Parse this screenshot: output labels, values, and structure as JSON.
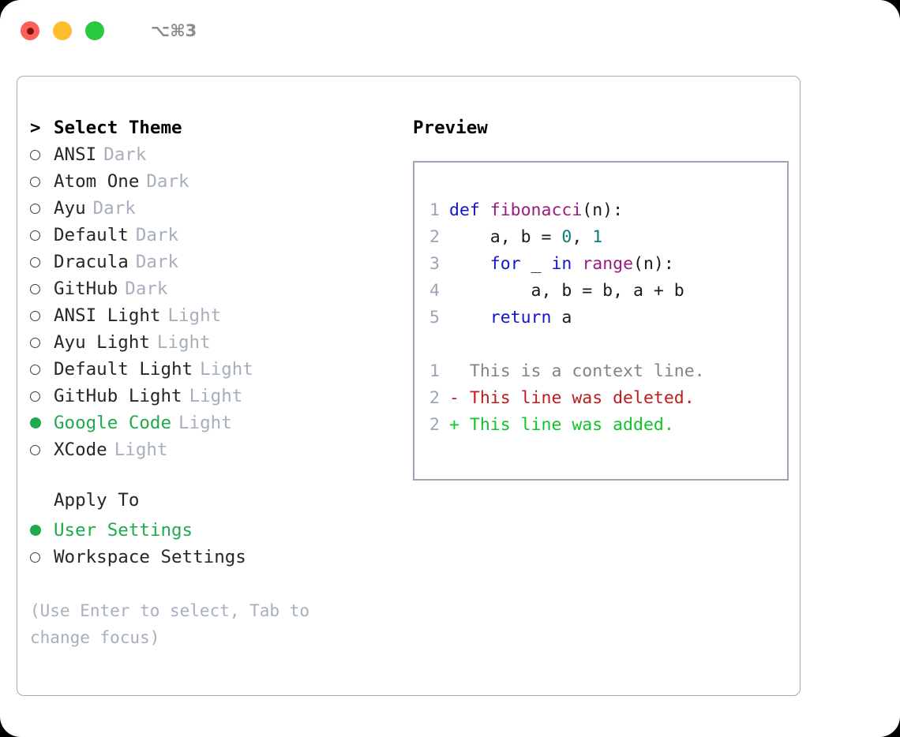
{
  "titlebar": {
    "shortcut": "⌥⌘3",
    "buttons": [
      {
        "name": "close",
        "color": "#fc6058"
      },
      {
        "name": "minimize",
        "color": "#fdbd2e"
      },
      {
        "name": "maximize",
        "color": "#28c93f"
      }
    ]
  },
  "theme_section": {
    "header_marker": ">",
    "header": "Select Theme",
    "items": [
      {
        "marker": "○",
        "name": "ANSI",
        "variant": "Dark",
        "selected": false
      },
      {
        "marker": "○",
        "name": "Atom One",
        "variant": "Dark",
        "selected": false
      },
      {
        "marker": "○",
        "name": "Ayu",
        "variant": "Dark",
        "selected": false
      },
      {
        "marker": "○",
        "name": "Default",
        "variant": "Dark",
        "selected": false
      },
      {
        "marker": "○",
        "name": "Dracula",
        "variant": "Dark",
        "selected": false
      },
      {
        "marker": "○",
        "name": "GitHub",
        "variant": "Dark",
        "selected": false
      },
      {
        "marker": "○",
        "name": "ANSI Light",
        "variant": "Light",
        "selected": false
      },
      {
        "marker": "○",
        "name": "Ayu Light",
        "variant": "Light",
        "selected": false
      },
      {
        "marker": "○",
        "name": "Default Light",
        "variant": "Light",
        "selected": false
      },
      {
        "marker": "○",
        "name": "GitHub Light",
        "variant": "Light",
        "selected": false
      },
      {
        "marker": "●",
        "name": "Google Code",
        "variant": "Light",
        "selected": true
      },
      {
        "marker": "○",
        "name": "XCode",
        "variant": "Light",
        "selected": false
      }
    ]
  },
  "apply_section": {
    "header": "Apply To",
    "items": [
      {
        "marker": "●",
        "name": "User Settings",
        "selected": true
      },
      {
        "marker": "○",
        "name": "Workspace Settings",
        "selected": false
      }
    ]
  },
  "hint": {
    "line1": "(Use Enter to select, Tab to",
    "line2": "change focus)"
  },
  "preview": {
    "title": "Preview",
    "code_lines": [
      {
        "number": "1",
        "tokens": [
          {
            "text": "def ",
            "kind": "kw"
          },
          {
            "text": "fibonacci",
            "kind": "fn"
          },
          {
            "text": "(n):",
            "kind": "plain"
          }
        ]
      },
      {
        "number": "2",
        "tokens": [
          {
            "text": "    a, b = ",
            "kind": "plain"
          },
          {
            "text": "0",
            "kind": "num"
          },
          {
            "text": ", ",
            "kind": "plain"
          },
          {
            "text": "1",
            "kind": "num"
          }
        ]
      },
      {
        "number": "3",
        "tokens": [
          {
            "text": "    ",
            "kind": "plain"
          },
          {
            "text": "for",
            "kind": "kw"
          },
          {
            "text": " _ ",
            "kind": "plain"
          },
          {
            "text": "in",
            "kind": "kw"
          },
          {
            "text": " ",
            "kind": "plain"
          },
          {
            "text": "range",
            "kind": "fn"
          },
          {
            "text": "(n):",
            "kind": "plain"
          }
        ]
      },
      {
        "number": "4",
        "tokens": [
          {
            "text": "        a, b = b, a + b",
            "kind": "plain"
          }
        ]
      },
      {
        "number": "5",
        "tokens": [
          {
            "text": "    ",
            "kind": "plain"
          },
          {
            "text": "return",
            "kind": "kw"
          },
          {
            "text": " a",
            "kind": "plain"
          }
        ]
      }
    ],
    "diff_lines": [
      {
        "number": "1",
        "sign": "  ",
        "text": "This is a context line.",
        "kind": "ctx"
      },
      {
        "number": "2",
        "sign": "- ",
        "text": "This line was deleted.",
        "kind": "del"
      },
      {
        "number": "2",
        "sign": "+ ",
        "text": "This line was added.",
        "kind": "add"
      }
    ]
  },
  "colors": {
    "accent_green": "#1faa4b",
    "muted": "#a7afbd",
    "keyword": "#1414c8",
    "function": "#9b1b7e",
    "number": "#0d7b7b",
    "diff_add": "#0ec42a",
    "diff_del": "#c01b1b",
    "panel_border": "#a9aab2",
    "preview_border": "#9aa5b5"
  }
}
